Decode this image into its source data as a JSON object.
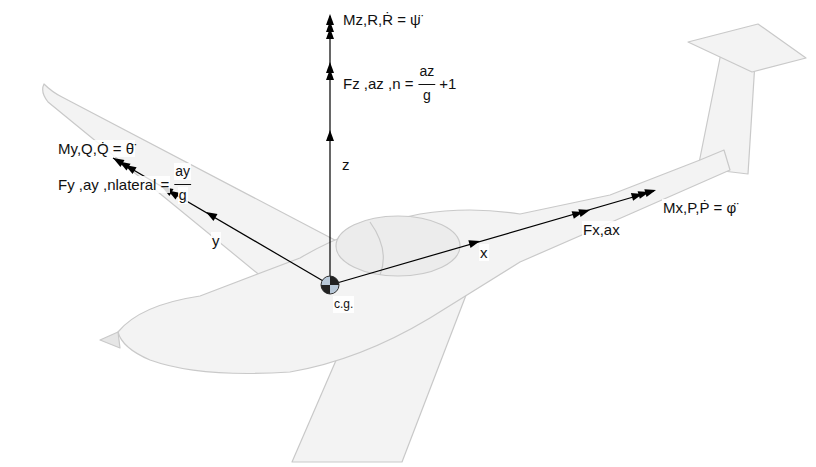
{
  "diagram": {
    "labels": [
      "Mz,R,Ṙ = ψ̈",
      "Fz ,az ,n =",
      "az",
      "g",
      "+1",
      "z",
      "My,Q,Q̇ = θ̈",
      "Fy ,ay ,nlateral =",
      "ay",
      "g",
      "y",
      "x",
      "Fx,ax",
      "Mx,P,Ṗ = φ̈",
      "c.g."
    ]
  }
}
